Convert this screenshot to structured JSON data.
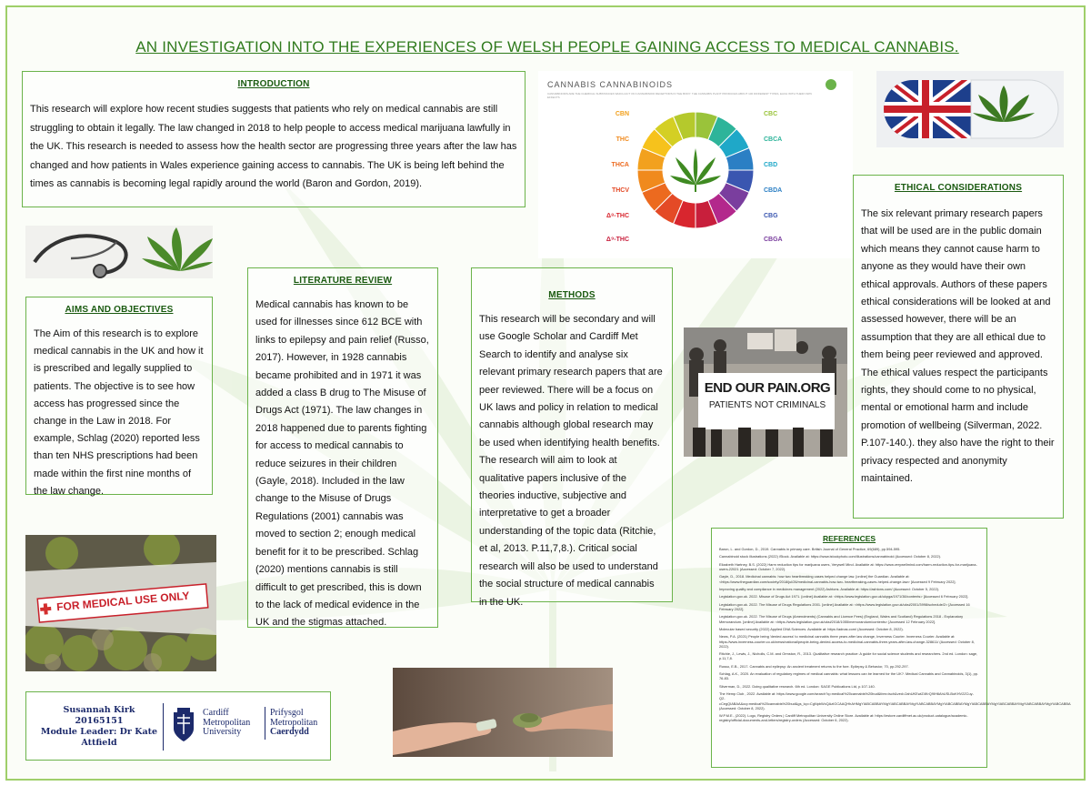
{
  "title": "AN INVESTIGATION INTO THE EXPERIENCES OF WELSH PEOPLE GAINING ACCESS TO MEDICAL CANNABIS.",
  "introduction": {
    "heading": "INTRODUCTION",
    "text": "This research will explore how recent studies suggests that patients who rely on medical cannabis are still struggling to obtain it legally. The law changed in 2018 to help people to access medical marijuana lawfully in the UK. This research is needed to assess how the health sector are progressing three years after the law has changed and how patients in Wales experience gaining access to cannabis. The UK is being left behind the times as cannabis is becoming legal rapidly around the world (Baron and Gordon, 2019)."
  },
  "aims": {
    "heading": "AIMS AND OBJECTIVES",
    "text": "The Aim of this research is to explore medical cannabis in the UK and how it is prescribed and legally supplied to patients. The objective is to see how access has progressed since the change in the Law in 2018. For example, Schlag (2020) reported less than ten NHS prescriptions had been made within the first nine months of the law change."
  },
  "literature": {
    "heading": "LITERATURE REVIEW",
    "text": "Medical cannabis has known to be used for illnesses since 612 BCE with links to epilepsy and pain relief (Russo, 2017). However, in 1928 cannabis became prohibited and in 1971 it was added a class B drug to The Misuse of Drugs Act (1971). The law changes in 2018 happened due to parents fighting for access to medical cannabis to reduce seizures in their children (Gayle, 2018). Included in the law change to the Misuse of Drugs Regulations (2001) cannabis was moved to section 2; enough medical benefit for it to be prescribed. Schlag (2020) mentions cannabis is still difficult to get prescribed, this is down to the lack of medical evidence in the UK and the stigmas attached."
  },
  "methods": {
    "heading": "METHODS",
    "text": "This research will be secondary and will use Google Scholar and Cardiff Met Search to identify and analyse six relevant primary research papers that are peer reviewed. There will be a focus on UK laws and policy in relation to medical cannabis although global research may be used when identifying health benefits. The research will aim to look at qualitative papers inclusive of the theories inductive, subjective and interpretative to get a broader understanding of the topic data (Ritchie, et al, 2013. P.11,7,8.). Critical social research will also be used to understand the social structure of medical cannabis in the UK."
  },
  "ethics": {
    "heading": "ETHICAL CONSIDERATIONS",
    "text": "The six relevant primary research papers that will be used are in the public domain which means they cannot cause harm to anyone as they would have their own ethical approvals. Authors of these papers ethical considerations will be looked at and assessed however, there will be an assumption that they are all ethical due to them being peer reviewed and approved. The ethical values respect the participants rights, they should come to no physical, mental or emotional harm and include promotion of wellbeing (Silverman, 2022. P.107-140.). they also have the right to their privacy respected and anonymity maintained."
  },
  "references": {
    "heading": "REFERENCES",
    "items": [
      "Baron, L. and Gordon, D., 2019. Cannabis in primary care. British Journal of General Practice, 69(689), pp.594-595.",
      "Cannabinoid stock illustrations (2022) iStock. Available at: https://www.istockphoto.com/illustrations/cannabinoid (Accessed: October 8, 2022).",
      "Elizabeth Hartney, B.S. (2022) Harm reduction tips for marijuana users, Verywell Mind. Available at: https://www.verywellmind.com/harm-reduction-tips-for-marijuana-users-22021 (Accessed: October 7, 2022).",
      "Gayle, D., 2018. Medicinal cannabis: how two heartbreaking cases helped change law. [online] the Guardian. Available at: <https://www.theguardian.com/society/2018/jul/26/medicinal-cannabis-how-two- heartbreaking-cases-helped-change-law> [Accessed 9 February 2022].",
      "Improving quality and compliance in medicines management (2022) Ashtons. Available at: https://ashtons.com/ (Accessed: October 5, 2022).",
      "Legislation.gov.uk. 2022. Misuse of Drugs Act 1971. [online] Available at: <https://www.legislation.gov.uk/ukpga/1971/38/contents> [Accessed 6 February 2022].",
      "Legislation.gov.uk. 2022. The Misuse of Drugs Regulations 2001. [online] Available at: <https://www.legislation.gov.uk/uksi/2001/3998/schedule/2> [Accessed 16 February 2022].",
      "Legislation.gov.uk. 2022. The Misuse of Drugs (Amendments) (Cannabis and Licence Fees) (England, Wales and Scotland) Regulations 2018 - Explanatory Memorandum. [online] Available at: <https://www.legislation.gov.uk/uksi/2018/1055/memorandum/contents> [Accessed 12 February 2022].",
      "Molecular based security (2022) Applied DNA Sciences. Available at: https://adnas.com/ (Accessed: October 8, 2022).",
      "News, P.A. (2021) People being 'denied access' to medicinal cannabis three years after law change, Inverness Courier. Inverness Courier. Available at: https://www.inverness-courier.co.uk/news/national/people-being-denied-access-to-medicinal-cannabis-three-years-after-law-change-328611/ (Accessed: October 8, 2022).",
      "Ritchie, J., Lewis, J., Nicholls, C.M. and Ormston, R., 2013. Qualitative research practice: A guide for social science students and researchers. 2nd ed. London: sage, p.11,7,8.",
      "Russo, E.B., 2017. Cannabis and epilepsy: An ancient treatment returns to the fore. Epilepsy & Behavior, 70, pp.292-297.",
      "Schlag, A.K., 2020. An evaluation of regulatory regimes of medical cannabis: what lessons can be learned for the UK?. Medical Cannabis and Cannabinoids, 3(1), pp. 76-83.",
      "Silverman, D., 2022. Doing qualitative research. 6th ed. London: SAGE Publications Ltd, p.107-140.",
      "The Hemp Club , 2022. Available at: https://www.google.com/search?q=medical%20cannabis%20bud&tbm=isch&ved=2ahUKEwiZ4KrQ9IH6AhUSLBoKHV2ZCuy-Q2-cCegQIABAA&oq=medical%20cannabis%20bud&gs_lcp=CgNpbWcQAzIGCAAQHhAHMgYIABCABBAYMgYIABCABBAYMgYIABCABBAYMgYIABCABBAYMgYIABCABBAYMgYIABCABBAYMgYIABCABBAYMgYIABCABBA (Accessed: October 8, 2022).",
      "W.P.M.E., (2022). Logo, Registry Orders | Cardiff Metropolitan University Online Store. Available at: https://estore.cardiffmet.ac.uk/product-catalogue/academic-registry/official-documents-and-letters/registry-orders (Accessed: October 6, 2022)."
    ]
  },
  "author": {
    "name": "Susannah Kirk",
    "id": "20165151",
    "leader": "Module Leader: Dr Kate Attfield"
  },
  "university": {
    "line1": "Cardiff",
    "line2": "Metropolitan",
    "line3": "University",
    "cy1": "Prifysgol",
    "cy2": "Metropolitan",
    "cy3": "Caerdydd"
  },
  "cannabinoids_figure": {
    "title": "CANNABIS CANNABINOIDS",
    "subtitle": "CANNABINOIDS ARE THE CHEMICAL SUBSTANCES WHICH ACT ON CANNABINOID RECEPTORS IN THE BODY. THE CANNABIS PLANT PRODUCES ABOUT 100 DIFFERENT TYPES, EACH WITH THEIR OWN EFFECTS",
    "labels": [
      {
        "name": "CBN",
        "color": "#f2a11e"
      },
      {
        "name": "THC",
        "color": "#f08a1d"
      },
      {
        "name": "THCA",
        "color": "#ec6a1f"
      },
      {
        "name": "THCV",
        "color": "#e44a26"
      },
      {
        "name": "Δ⁸-THC",
        "color": "#d8262e"
      },
      {
        "name": "Δ⁹-THC",
        "color": "#c81f3c"
      },
      {
        "name": "CBC",
        "color": "#9ac33a"
      },
      {
        "name": "CBCA",
        "color": "#2eb49a"
      },
      {
        "name": "CBD",
        "color": "#1fa8c8"
      },
      {
        "name": "CBDA",
        "color": "#2b7fc4"
      },
      {
        "name": "CBG",
        "color": "#3a56b0"
      },
      {
        "name": "CBGA",
        "color": "#7a3e9e"
      }
    ]
  },
  "banner": {
    "line1": "END OUR PAIN.ORG",
    "line2": "PATIENTS NOT CRIMINALS"
  },
  "bag_label": "FOR MEDICAL USE ONLY"
}
